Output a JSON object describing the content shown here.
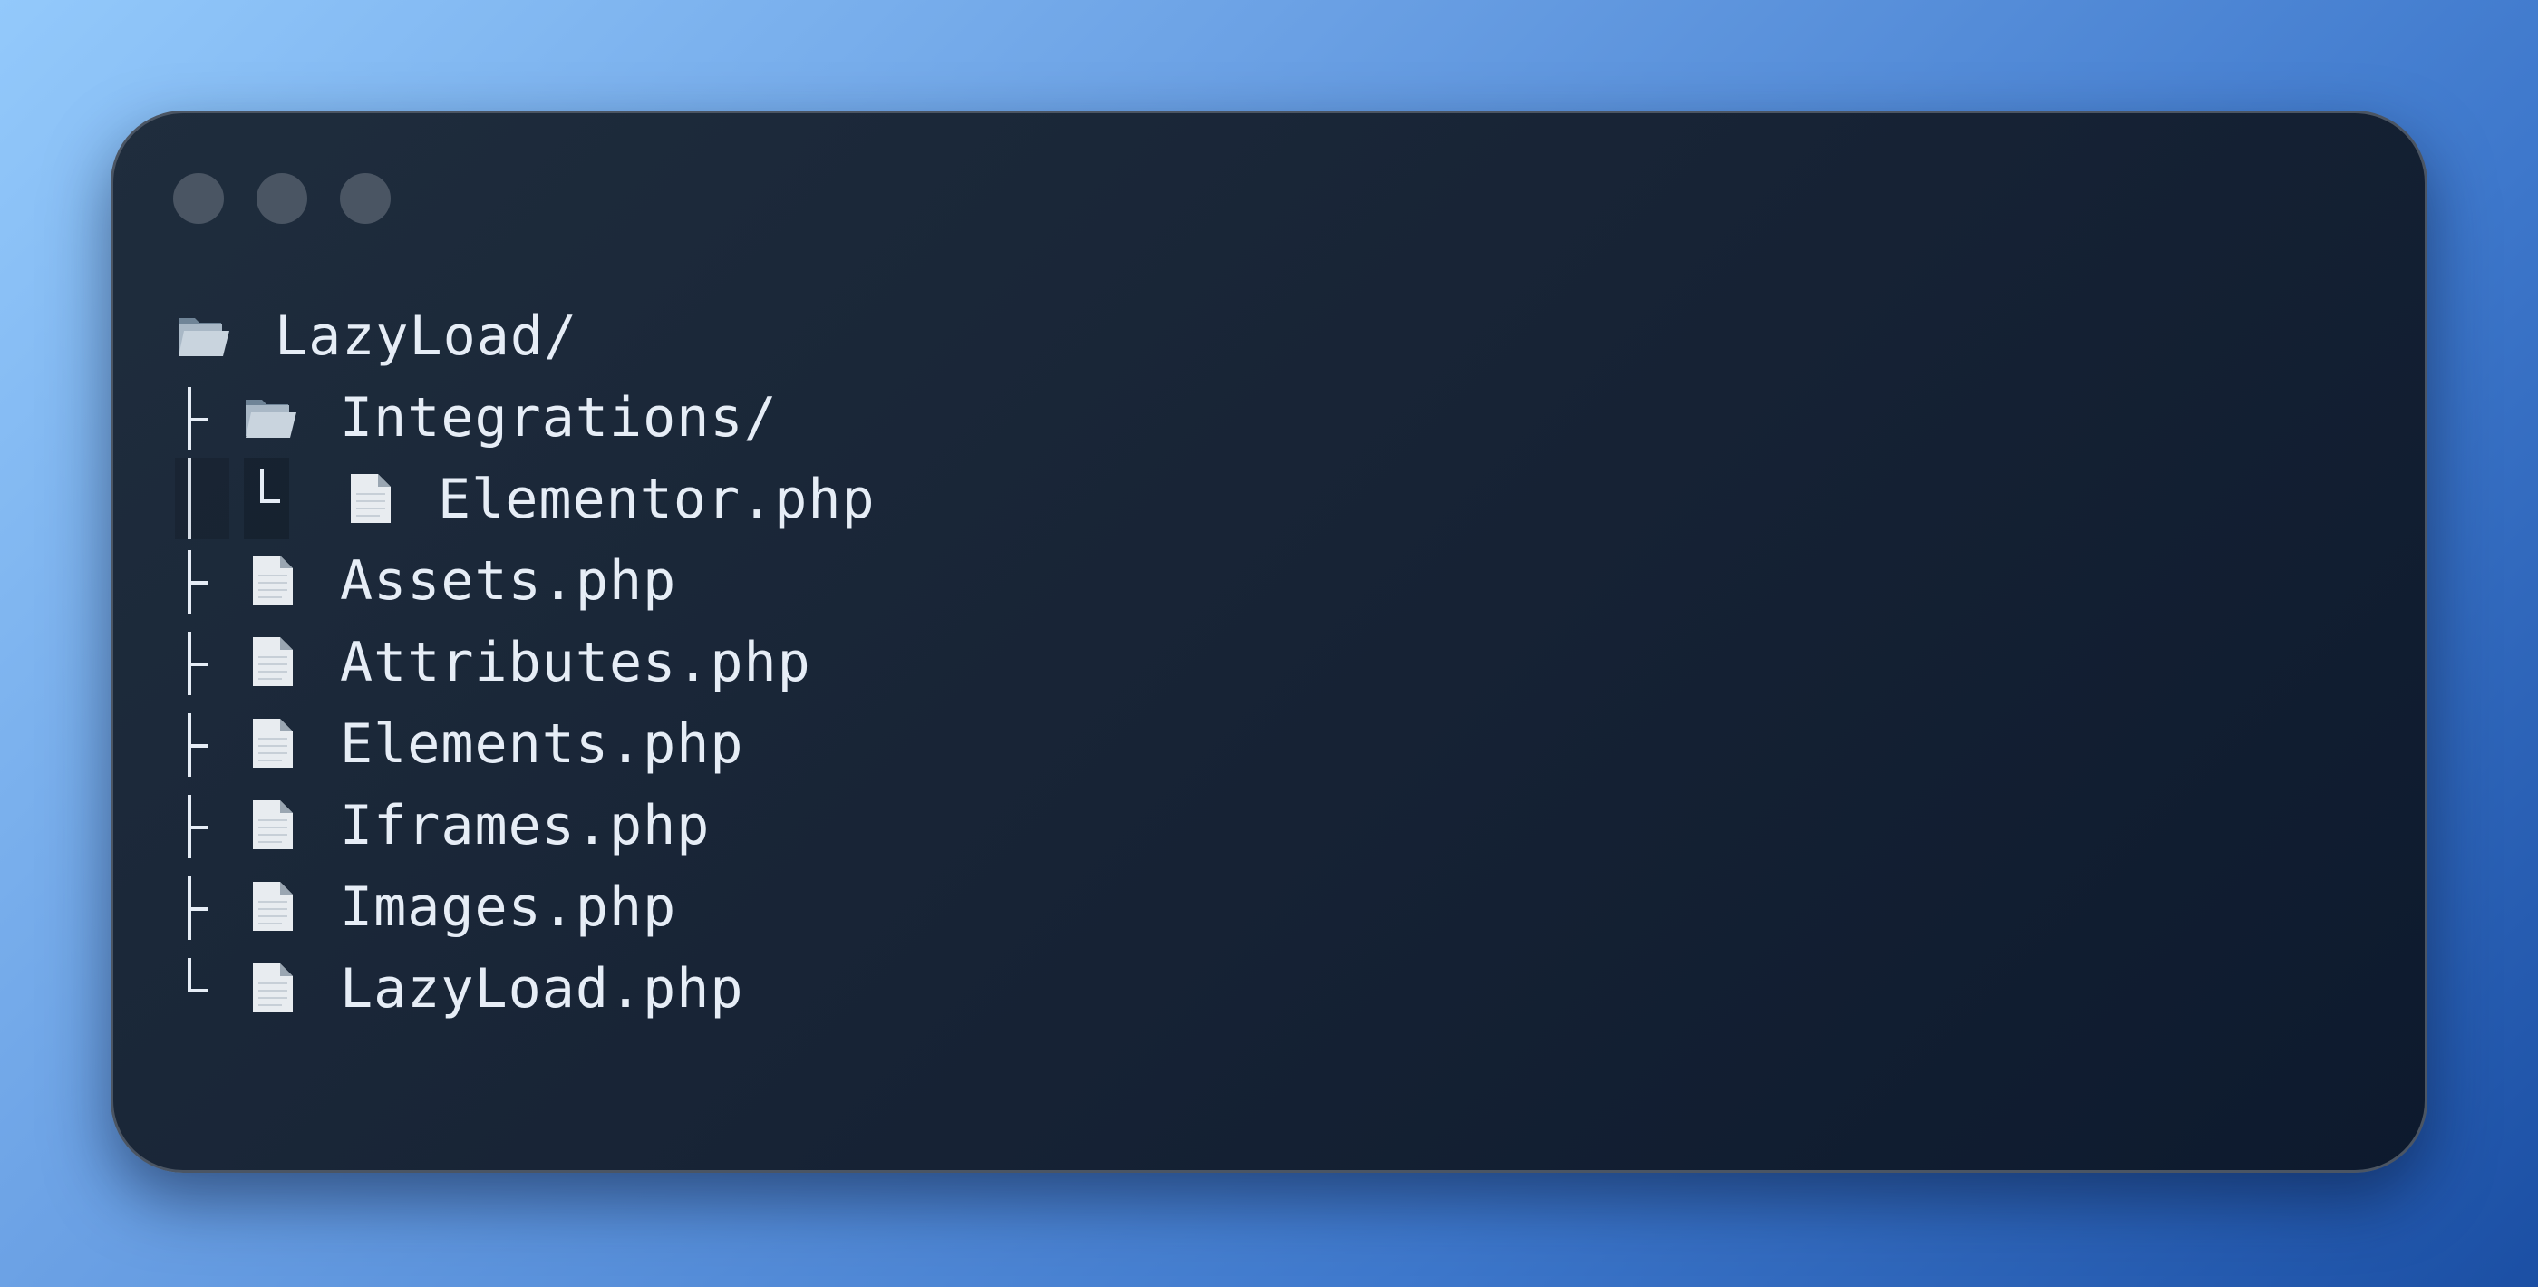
{
  "window": {
    "title_bar_buttons": [
      "close-dot",
      "minimize-dot",
      "maximize-dot"
    ]
  },
  "tree": {
    "root": {
      "label": "LazyLoad/",
      "icon": "open-folder-icon"
    },
    "items": [
      {
        "label": "Integrations/",
        "icon": "open-folder-icon",
        "depth": 1,
        "connector": "tee"
      },
      {
        "label": "Elementor.php",
        "icon": "file-icon",
        "depth": 2,
        "connector": "elbow"
      },
      {
        "label": "Assets.php",
        "icon": "file-icon",
        "depth": 1,
        "connector": "tee"
      },
      {
        "label": "Attributes.php",
        "icon": "file-icon",
        "depth": 1,
        "connector": "tee"
      },
      {
        "label": "Elements.php",
        "icon": "file-icon",
        "depth": 1,
        "connector": "tee"
      },
      {
        "label": "Iframes.php",
        "icon": "file-icon",
        "depth": 1,
        "connector": "tee"
      },
      {
        "label": "Images.php",
        "icon": "file-icon",
        "depth": 1,
        "connector": "tee"
      },
      {
        "label": "LazyLoad.php",
        "icon": "file-icon",
        "depth": 1,
        "connector": "elbow"
      }
    ]
  },
  "colors": {
    "text": "#e6edf6",
    "window_bg": "#172335",
    "dot": "#4a5563"
  }
}
